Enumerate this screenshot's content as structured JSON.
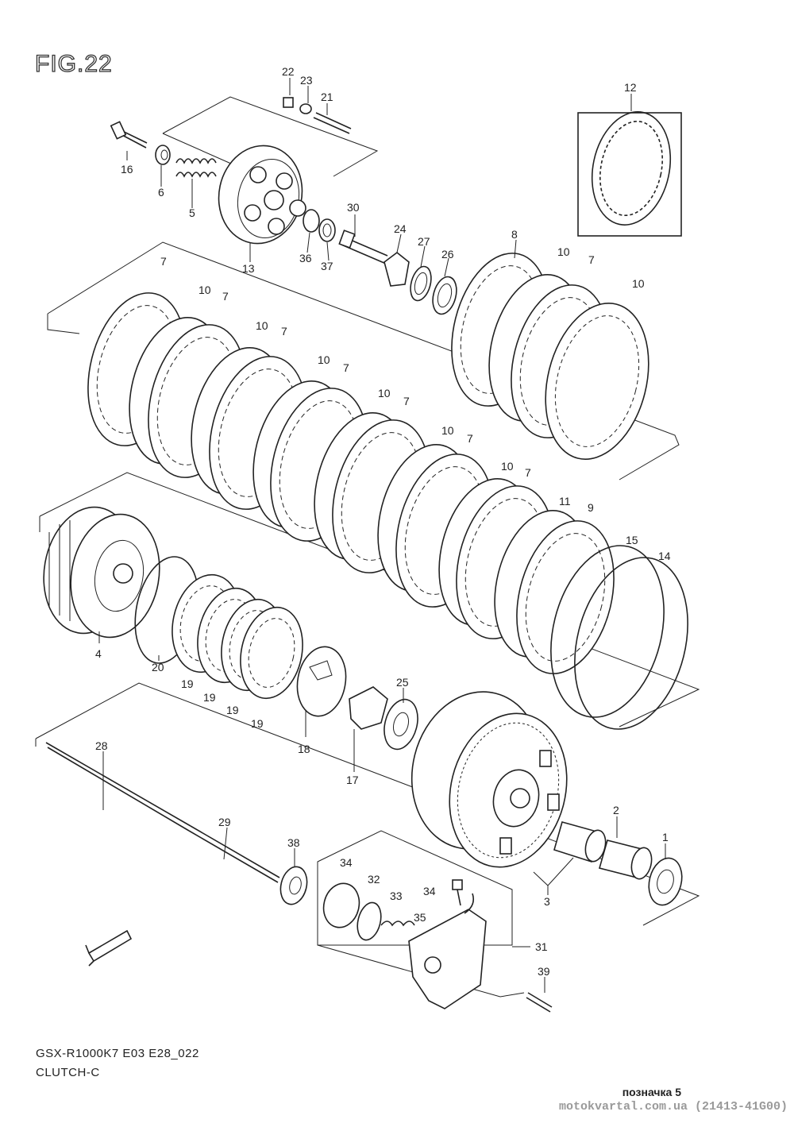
{
  "figure": {
    "label": "FIG.22"
  },
  "parts": [
    {
      "ref": "1",
      "label": "1"
    },
    {
      "ref": "2",
      "label": "2"
    },
    {
      "ref": "3",
      "label": "3"
    },
    {
      "ref": "4",
      "label": "4"
    },
    {
      "ref": "5",
      "label": "5"
    },
    {
      "ref": "6",
      "label": "6"
    },
    {
      "ref": "7a",
      "label": "7"
    },
    {
      "ref": "7b",
      "label": "7"
    },
    {
      "ref": "7c",
      "label": "7"
    },
    {
      "ref": "7d",
      "label": "7"
    },
    {
      "ref": "7e",
      "label": "7"
    },
    {
      "ref": "7f",
      "label": "7"
    },
    {
      "ref": "7g",
      "label": "7"
    },
    {
      "ref": "7h",
      "label": "7"
    },
    {
      "ref": "8",
      "label": "8"
    },
    {
      "ref": "9",
      "label": "9"
    },
    {
      "ref": "10a",
      "label": "10"
    },
    {
      "ref": "10b",
      "label": "10"
    },
    {
      "ref": "10c",
      "label": "10"
    },
    {
      "ref": "10d",
      "label": "10"
    },
    {
      "ref": "10e",
      "label": "10"
    },
    {
      "ref": "10f",
      "label": "10"
    },
    {
      "ref": "10g",
      "label": "10"
    },
    {
      "ref": "10h",
      "label": "10"
    },
    {
      "ref": "11",
      "label": "11"
    },
    {
      "ref": "12",
      "label": "12"
    },
    {
      "ref": "13",
      "label": "13"
    },
    {
      "ref": "14",
      "label": "14"
    },
    {
      "ref": "15",
      "label": "15"
    },
    {
      "ref": "16",
      "label": "16"
    },
    {
      "ref": "17",
      "label": "17"
    },
    {
      "ref": "18",
      "label": "18"
    },
    {
      "ref": "19a",
      "label": "19"
    },
    {
      "ref": "19b",
      "label": "19"
    },
    {
      "ref": "19c",
      "label": "19"
    },
    {
      "ref": "19d",
      "label": "19"
    },
    {
      "ref": "20",
      "label": "20"
    },
    {
      "ref": "21",
      "label": "21"
    },
    {
      "ref": "22",
      "label": "22"
    },
    {
      "ref": "23",
      "label": "23"
    },
    {
      "ref": "24",
      "label": "24"
    },
    {
      "ref": "25",
      "label": "25"
    },
    {
      "ref": "26",
      "label": "26"
    },
    {
      "ref": "27",
      "label": "27"
    },
    {
      "ref": "28",
      "label": "28"
    },
    {
      "ref": "29",
      "label": "29"
    },
    {
      "ref": "30",
      "label": "30"
    },
    {
      "ref": "31",
      "label": "31"
    },
    {
      "ref": "32",
      "label": "32"
    },
    {
      "ref": "33",
      "label": "33"
    },
    {
      "ref": "34a",
      "label": "34"
    },
    {
      "ref": "34b",
      "label": "34"
    },
    {
      "ref": "35",
      "label": "35"
    },
    {
      "ref": "36",
      "label": "36"
    },
    {
      "ref": "37",
      "label": "37"
    },
    {
      "ref": "38",
      "label": "38"
    },
    {
      "ref": "39",
      "label": "39"
    }
  ],
  "footer": {
    "model_code": "GSX-R1000K7 E03 E28_022",
    "section_name": "CLUTCH-C",
    "mark_label": "позначка 5",
    "watermark": "motokvartal.com.ua (21413-41G00)"
  },
  "colors": {
    "line": "#222222",
    "background": "#ffffff",
    "watermark": "#9a9a9a"
  }
}
